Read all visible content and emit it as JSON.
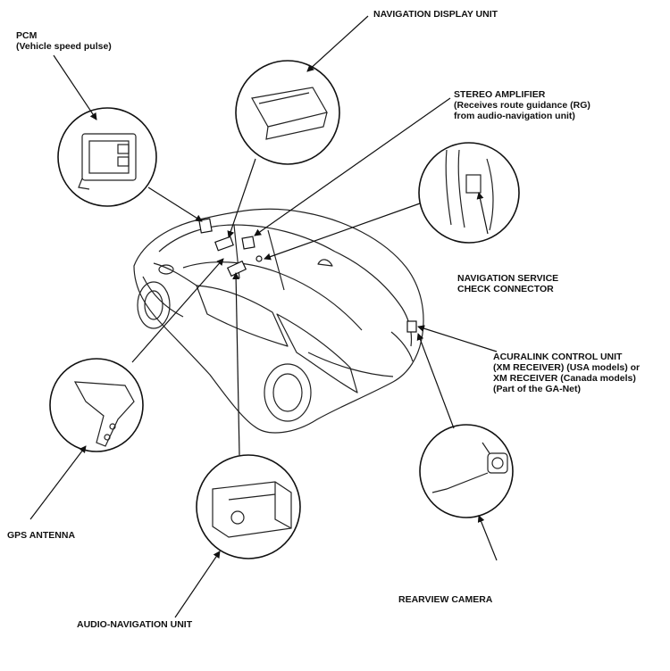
{
  "labels": {
    "pcm": {
      "title": "PCM",
      "sub": "(Vehicle speed pulse)"
    },
    "navigation_display_unit": "NAVIGATION DISPLAY UNIT",
    "stereo_amplifier": {
      "title": "STEREO AMPLIFIER",
      "line2": "(Receives route guidance (RG)",
      "line3": "from audio-navigation unit)"
    },
    "navigation_service_check_connector": {
      "line1": "NAVIGATION SERVICE",
      "line2": "CHECK CONNECTOR"
    },
    "acuralink_control_unit": {
      "line1": "ACURALINK CONTROL UNIT",
      "line2": "(XM RECEIVER) (USA models) or",
      "line3": "XM RECEIVER (Canada models)",
      "line4": "(Part of the GA-Net)"
    },
    "gps_antenna": "GPS ANTENNA",
    "rearview_camera": "REARVIEW CAMERA",
    "audio_navigation_unit": "AUDIO-NAVIGATION UNIT"
  }
}
